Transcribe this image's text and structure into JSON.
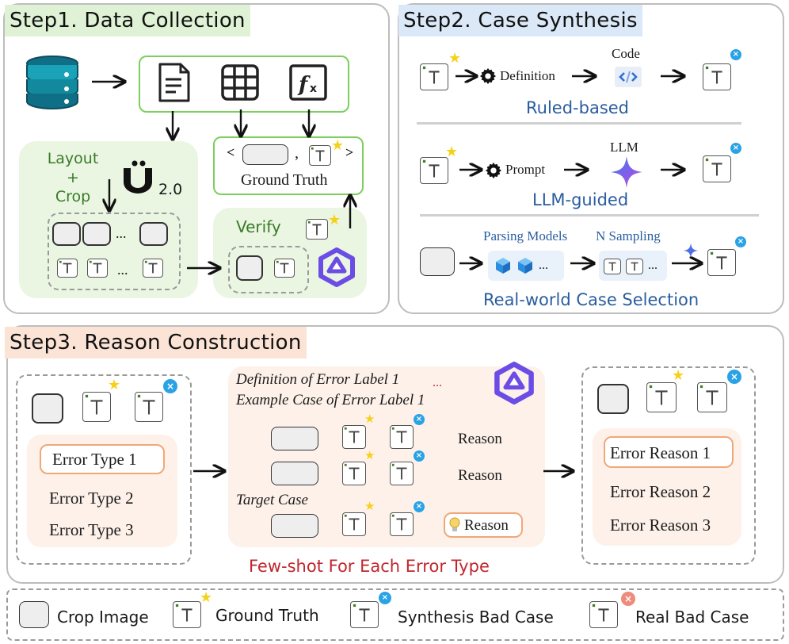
{
  "step1": {
    "title": "Step1. Data Collection",
    "layout_crop": "Layout\n+\nCrop",
    "version": "2.0",
    "ellipsis": "...",
    "verify": "Verify",
    "ground_truth": "Ground Truth",
    "bracket_left": "<",
    "bracket_right": ">",
    "comma": ","
  },
  "step2": {
    "title": "Step2. Case Synthesis",
    "rule": {
      "code": "Code",
      "definition": "Definition",
      "label": "Ruled-based"
    },
    "llm": {
      "llm": "LLM",
      "prompt": "Prompt",
      "label": "LLM-guided"
    },
    "real": {
      "parsing_models": "Parsing Models",
      "n_sampling": "N Sampling",
      "label": "Real-world Case Selection",
      "ellipsis": "..."
    }
  },
  "step3": {
    "title": "Step3. Reason Construction",
    "left_types": [
      "Error Type 1",
      "Error Type 2",
      "Error Type 3"
    ],
    "definition": "Definition of Error Label 1",
    "example": "Example Case of Error Label 1",
    "dots": "...",
    "reason": "Reason",
    "target_case": "Target Case",
    "footer": "Few-shot For Each Error Type",
    "right_reasons": [
      "Error Reason 1",
      "Error Reason 2",
      "Error Reason 3"
    ]
  },
  "legend": {
    "crop_image": "Crop Image",
    "ground_truth": "Ground Truth",
    "synthesis_bad": "Synthesis  Bad Case",
    "real_bad": "Real  Bad Case"
  },
  "colors": {
    "green_border": "#7ccf5c",
    "green_fill": "#eaf6e1",
    "step1_title_bg": "#dff2d5",
    "step2_title_bg": "#dbe8f7",
    "step3_title_bg": "#fbe3d6",
    "label_blue": "#2a5d9f",
    "footer_red": "#c0272d",
    "badge_blue": "#29a3e6",
    "badge_red": "#ee8b7c",
    "star_yellow": "#f6d11a",
    "orange_border": "#f0a878"
  },
  "icons": [
    "database-icon",
    "document-icon",
    "table-icon",
    "formula-icon",
    "mineru-logo",
    "qwen-logo",
    "gear-icon",
    "code-icon",
    "llm-sparkle-icon",
    "cube-icon",
    "lightbulb-icon"
  ]
}
